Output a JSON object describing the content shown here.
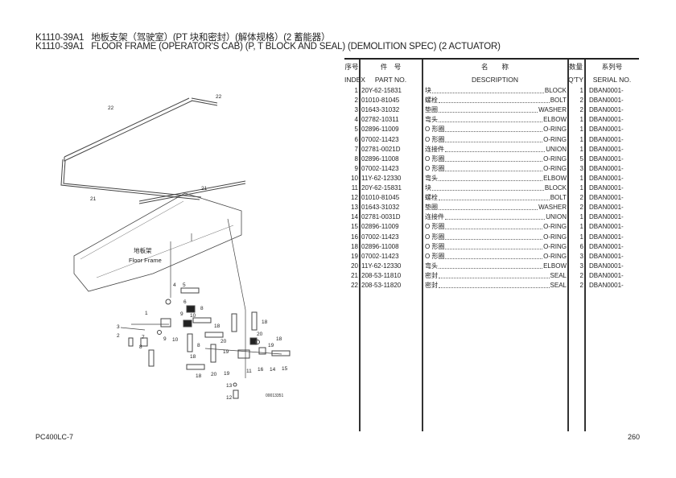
{
  "title_cn": "K1110-39A1   地板支架（驾驶室）(PT 块和密封）(解体规格）(2 蓄能器）",
  "title_en": "K1110-39A1   FLOOR FRAME (OPERATOR'S CAB) (P, T BLOCK AND SEAL) (DEMOLITION SPEC) (2 ACTUATOR)",
  "table": {
    "headers": {
      "index_cn": "序号",
      "index_en": "INDEX",
      "part_cn": "件　号",
      "part_en": "PART NO.",
      "desc_cn": "名　　称",
      "desc_en": "DESCRIPTION",
      "qty_cn": "数量",
      "qty_en": "Q'TY",
      "serial_cn": "系列号",
      "serial_en": "SERIAL NO."
    },
    "rows": [
      {
        "index": "1",
        "part": "20Y-62-15831",
        "cn": "块",
        "en": "BLOCK",
        "qty": "1",
        "serial": "DBAN0001-"
      },
      {
        "index": "2",
        "part": "01010-81045",
        "cn": "螺栓",
        "en": "BOLT",
        "qty": "2",
        "serial": "DBAN0001-"
      },
      {
        "index": "3",
        "part": "01643-31032",
        "cn": "垫圈",
        "en": "WASHER",
        "qty": "2",
        "serial": "DBAN0001-"
      },
      {
        "index": "4",
        "part": "02782-10311",
        "cn": "弯头",
        "en": "ELBOW",
        "qty": "1",
        "serial": "DBAN0001-"
      },
      {
        "index": "5",
        "part": "02896-11009",
        "cn": "O 形圈",
        "en": "O-RING",
        "qty": "1",
        "serial": "DBAN0001-"
      },
      {
        "index": "6",
        "part": "07002-11423",
        "cn": "O 形圈",
        "en": "O-RING",
        "qty": "1",
        "serial": "DBAN0001-"
      },
      {
        "index": "7",
        "part": "02781-0021D",
        "cn": "连接件",
        "en": "UNION",
        "qty": "1",
        "serial": "DBAN0001-"
      },
      {
        "index": "8",
        "part": "02896-11008",
        "cn": "O 形圈",
        "en": "O-RING",
        "qty": "5",
        "serial": "DBAN0001-"
      },
      {
        "index": "9",
        "part": "07002-11423",
        "cn": "O 形圈",
        "en": "O-RING",
        "qty": "3",
        "serial": "DBAN0001-"
      },
      {
        "index": "10",
        "part": "11Y-62-12330",
        "cn": "弯头",
        "en": "ELBOW",
        "qty": "1",
        "serial": "DBAN0001-"
      },
      {
        "index": "11",
        "part": "20Y-62-15831",
        "cn": "块",
        "en": "BLOCK",
        "qty": "1",
        "serial": "DBAN0001-"
      },
      {
        "index": "12",
        "part": "01010-81045",
        "cn": "螺栓",
        "en": "BOLT",
        "qty": "2",
        "serial": "DBAN0001-"
      },
      {
        "index": "13",
        "part": "01643-31032",
        "cn": "垫圈",
        "en": "WASHER",
        "qty": "2",
        "serial": "DBAN0001-"
      },
      {
        "index": "14",
        "part": "02781-0031D",
        "cn": "连接件",
        "en": "UNION",
        "qty": "1",
        "serial": "DBAN0001-"
      },
      {
        "index": "15",
        "part": "02896-11009",
        "cn": "O 形圈",
        "en": "O-RING",
        "qty": "1",
        "serial": "DBAN0001-"
      },
      {
        "index": "16",
        "part": "07002-11423",
        "cn": "O 形圈",
        "en": "O-RING",
        "qty": "1",
        "serial": "DBAN0001-"
      },
      {
        "index": "18",
        "part": "02896-11008",
        "cn": "O 形圈",
        "en": "O-RING",
        "qty": "6",
        "serial": "DBAN0001-"
      },
      {
        "index": "19",
        "part": "07002-11423",
        "cn": "O 形圈",
        "en": "O-RING",
        "qty": "3",
        "serial": "DBAN0001-"
      },
      {
        "index": "20",
        "part": "11Y-62-12330",
        "cn": "弯头",
        "en": "ELBOW",
        "qty": "3",
        "serial": "DBAN0001-"
      },
      {
        "index": "21",
        "part": "208-53-11810",
        "cn": "密封",
        "en": "SEAL",
        "qty": "2",
        "serial": "DBAN0001-"
      },
      {
        "index": "22",
        "part": "208-53-11820",
        "cn": "密封",
        "en": "SEAL",
        "qty": "2",
        "serial": "DBAN0001-"
      }
    ]
  },
  "diagram": {
    "frame_label_cn": "地板架",
    "frame_label_en": "Floor Frame",
    "drawing_no": "00013351",
    "callouts": [
      "22",
      "22",
      "21",
      "21",
      "1",
      "2",
      "3",
      "4",
      "5",
      "6",
      "7",
      "8",
      "9",
      "10",
      "8",
      "8",
      "10",
      "9",
      "18",
      "18",
      "20",
      "19",
      "18",
      "20",
      "18",
      "19",
      "11",
      "16",
      "14",
      "15",
      "19",
      "20",
      "18",
      "13",
      "12"
    ]
  },
  "footer": {
    "model": "PC400LC-7",
    "page": "260"
  }
}
